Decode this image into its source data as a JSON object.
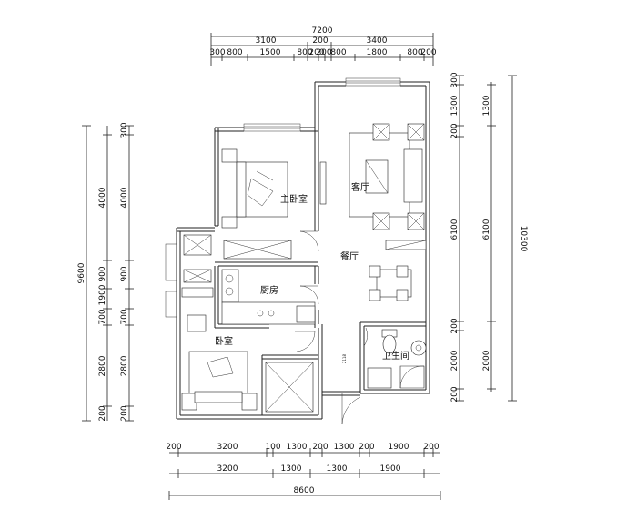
{
  "dims_top": {
    "total": "7200",
    "row2": [
      "3100",
      "200",
      "3400"
    ],
    "row3": [
      "300",
      "800",
      "1500",
      "800",
      "200",
      "200",
      "800",
      "1800",
      "800",
      "200"
    ]
  },
  "dims_bottom": {
    "total": "8600",
    "row1": [
      "200",
      "3200",
      "100",
      "1300",
      "200",
      "1300",
      "200",
      "1900",
      "200"
    ],
    "row2": [
      "3200",
      "1300",
      "1300",
      "1900"
    ]
  },
  "dims_left": {
    "total": "9600",
    "inner": [
      "300",
      "4000",
      "900",
      "700",
      "2800",
      "200"
    ],
    "mid": [
      "4000",
      "900",
      "1900",
      "700",
      "2800",
      "200"
    ]
  },
  "dims_right": {
    "total": "10300",
    "inner": [
      "300",
      "1300",
      "200",
      "6100",
      "200",
      "2000",
      "200"
    ],
    "mid": [
      "1300",
      "6100",
      "2000"
    ]
  },
  "rooms": {
    "master_bedroom": "主卧室",
    "living_room": "客厅",
    "dining_room": "餐厅",
    "kitchen": "厨房",
    "bedroom": "卧室",
    "bathroom": "卫生间"
  },
  "small_labels": {
    "stair_text": "2118"
  }
}
